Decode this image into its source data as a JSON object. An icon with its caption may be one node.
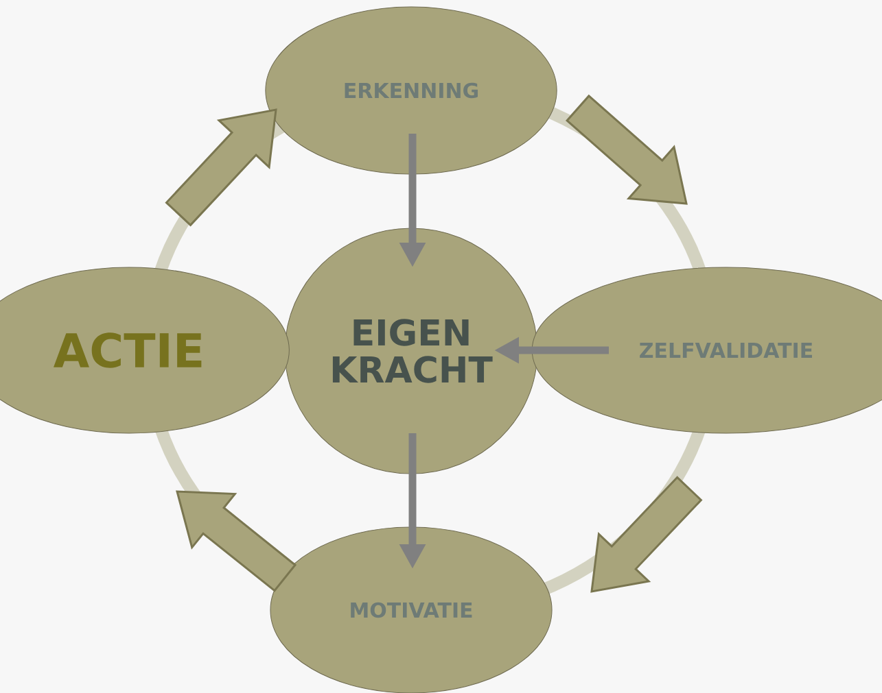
{
  "diagram": {
    "nodes": [
      {
        "text": [
          "ERKENNING"
        ]
      },
      {
        "text": [
          "EIGEN KRACHT"
        ]
      },
      {
        "text": [
          "ZELFVALIDATIE"
        ]
      },
      {
        "text": [
          "MOTIVATIE"
        ]
      },
      {
        "text": [
          "ACTIE"
        ]
      }
    ],
    "edges": [
      {
        "from": 0,
        "to": 2,
        "arrow": "to",
        "style": "thick"
      },
      {
        "from": 2,
        "to": 3,
        "arrow": "to",
        "style": "thick"
      },
      {
        "from": 3,
        "to": 4,
        "arrow": "to",
        "style": "thick"
      },
      {
        "from": 4,
        "to": 0,
        "arrow": "to",
        "style": "thick"
      },
      {
        "from": 0,
        "to": 1,
        "arrow": "to",
        "color": "#808080"
      },
      {
        "from": 2,
        "to": 1,
        "arrow": "to",
        "color": "#808080"
      },
      {
        "from": 1,
        "to": 3,
        "arrow": "to",
        "color": "#808080"
      }
    ]
  }
}
